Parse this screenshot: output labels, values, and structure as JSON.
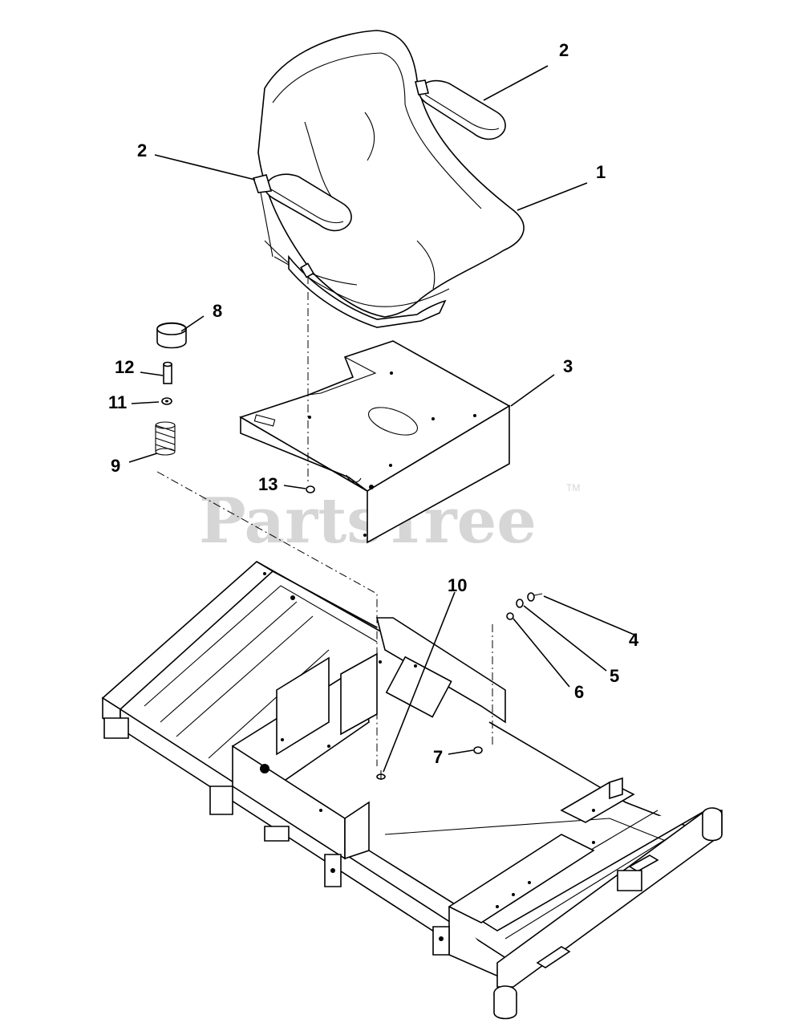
{
  "watermark": {
    "text": "PartsTree",
    "trademark": "TM"
  },
  "callouts": [
    {
      "id": "callout-2-right",
      "label": "2"
    },
    {
      "id": "callout-2-left",
      "label": "2"
    },
    {
      "id": "callout-1",
      "label": "1"
    },
    {
      "id": "callout-8",
      "label": "8"
    },
    {
      "id": "callout-12",
      "label": "12"
    },
    {
      "id": "callout-11",
      "label": "11"
    },
    {
      "id": "callout-3",
      "label": "3"
    },
    {
      "id": "callout-9",
      "label": "9"
    },
    {
      "id": "callout-13",
      "label": "13"
    },
    {
      "id": "callout-10",
      "label": "10"
    },
    {
      "id": "callout-4",
      "label": "4"
    },
    {
      "id": "callout-5",
      "label": "5"
    },
    {
      "id": "callout-6",
      "label": "6"
    },
    {
      "id": "callout-7",
      "label": "7"
    }
  ]
}
